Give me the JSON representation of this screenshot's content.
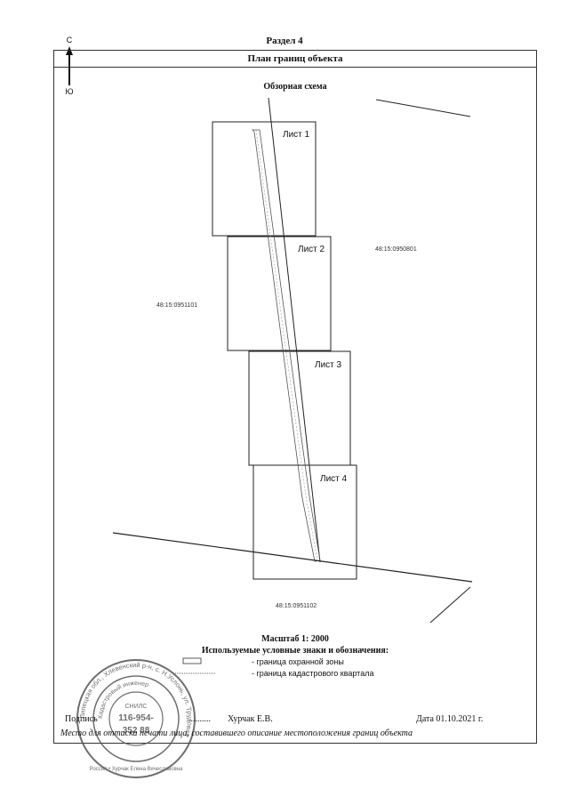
{
  "header": {
    "section": "Раздел 4",
    "plan_title": "План границ объекта",
    "overview": "Обзорная схема"
  },
  "compass": {
    "north": "С",
    "south": "Ю"
  },
  "sheets": [
    "Лист 1",
    "Лист 2",
    "Лист 3",
    "Лист 4"
  ],
  "quarters": {
    "east": "48:15:0950801",
    "west": "48:15:0951101",
    "south": "48:15:0951102"
  },
  "scale": "Масштаб 1: 2000",
  "legend": {
    "title": "Используемые условные знаки и обозначения:",
    "items": [
      {
        "label": "- граница  охранной зоны"
      },
      {
        "label": "- граница кадастрового квартала"
      }
    ]
  },
  "signature": {
    "prefix": "Подпись",
    "dots": "..........",
    "name": "Хурчак Е.В.",
    "date": "Дата 01.10.2021 г."
  },
  "footer_note": "Место для оттиска печати лица, составившего описание местоположения границ объекта",
  "stamp": {
    "outer_ring": "Липецкая обл., Хлевенский р-н, с. Н.Услонь, ул. Трудовая",
    "inner_ring": "Кадастровый инженер",
    "center_lines": [
      "СНИЛС",
      "116-954-",
      "352 88"
    ],
    "bottom_ring": "Россия • Хурчак Елена Вячеславовна",
    "color": "#555555"
  },
  "colors": {
    "line": "#222222",
    "frame": "#333333"
  }
}
